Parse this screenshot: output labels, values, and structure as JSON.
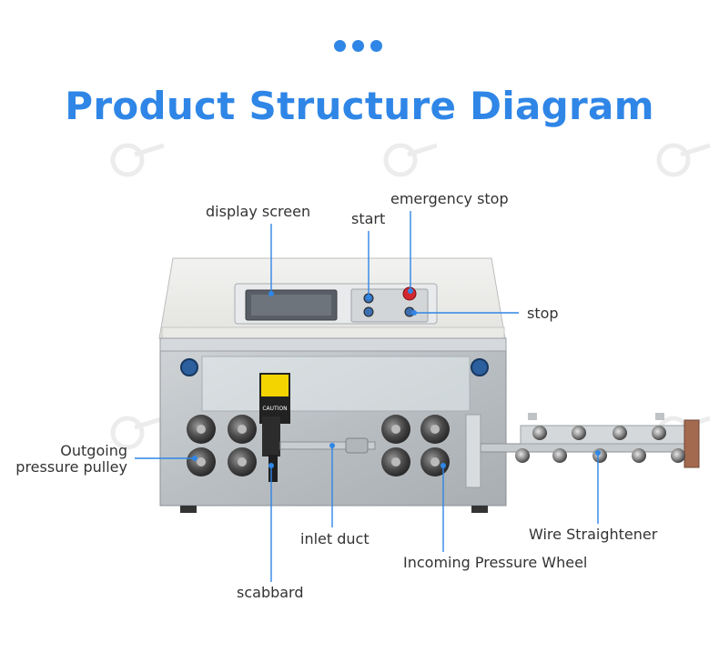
{
  "title": "Product Structure Diagram",
  "accent_color": "#2f86e6",
  "labels": {
    "display_screen": "display screen",
    "start": "start",
    "emergency_stop": "emergency stop",
    "stop": "stop",
    "outgoing_line1": "Outgoing",
    "outgoing_line2": "pressure pulley",
    "inlet_duct": "inlet duct",
    "wire_straightener": "Wire Straightener",
    "incoming_pressure_wheel": "Incoming Pressure Wheel",
    "scabbard": "scabbard"
  },
  "panel": {
    "caution_text": "CAUTION"
  }
}
